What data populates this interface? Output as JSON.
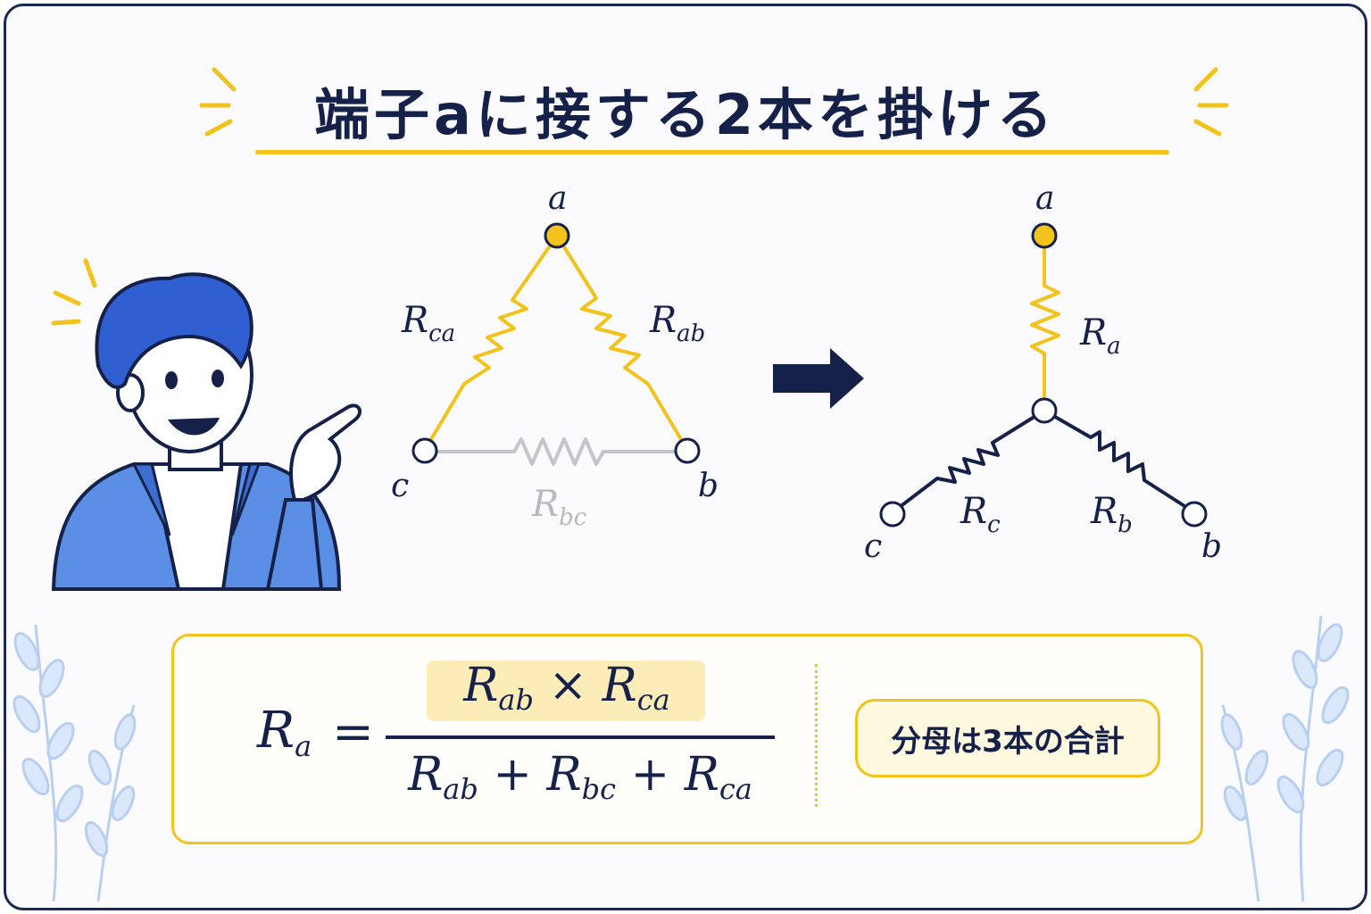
{
  "title": "端子aに接する2本を掛ける",
  "colors": {
    "navy": "#16214a",
    "accent_yellow": "#f2c31b",
    "muted_gray": "#b8b8c0",
    "character_blue": "#4a7fe0",
    "leaf_blue": "#b9cff2"
  },
  "delta": {
    "terminal_a": "a",
    "terminal_b": "b",
    "terminal_c": "c",
    "r_ca": {
      "main": "R",
      "sub": "ca"
    },
    "r_ab": {
      "main": "R",
      "sub": "ab"
    },
    "r_bc": {
      "main": "R",
      "sub": "bc"
    }
  },
  "star": {
    "terminal_a": "a",
    "terminal_b": "b",
    "terminal_c": "c",
    "r_a": {
      "main": "R",
      "sub": "a"
    },
    "r_b": {
      "main": "R",
      "sub": "b"
    },
    "r_c": {
      "main": "R",
      "sub": "c"
    }
  },
  "formula": {
    "lhs": {
      "main": "R",
      "sub": "a"
    },
    "equals": "=",
    "numerator": {
      "t1": {
        "main": "R",
        "sub": "ab"
      },
      "op": "×",
      "t2": {
        "main": "R",
        "sub": "ca"
      }
    },
    "denominator": {
      "t1": {
        "main": "R",
        "sub": "ab"
      },
      "op1": "+",
      "t2": {
        "main": "R",
        "sub": "bc"
      },
      "op2": "+",
      "t3": {
        "main": "R",
        "sub": "ca"
      }
    }
  },
  "note": "分母は3本の合計"
}
